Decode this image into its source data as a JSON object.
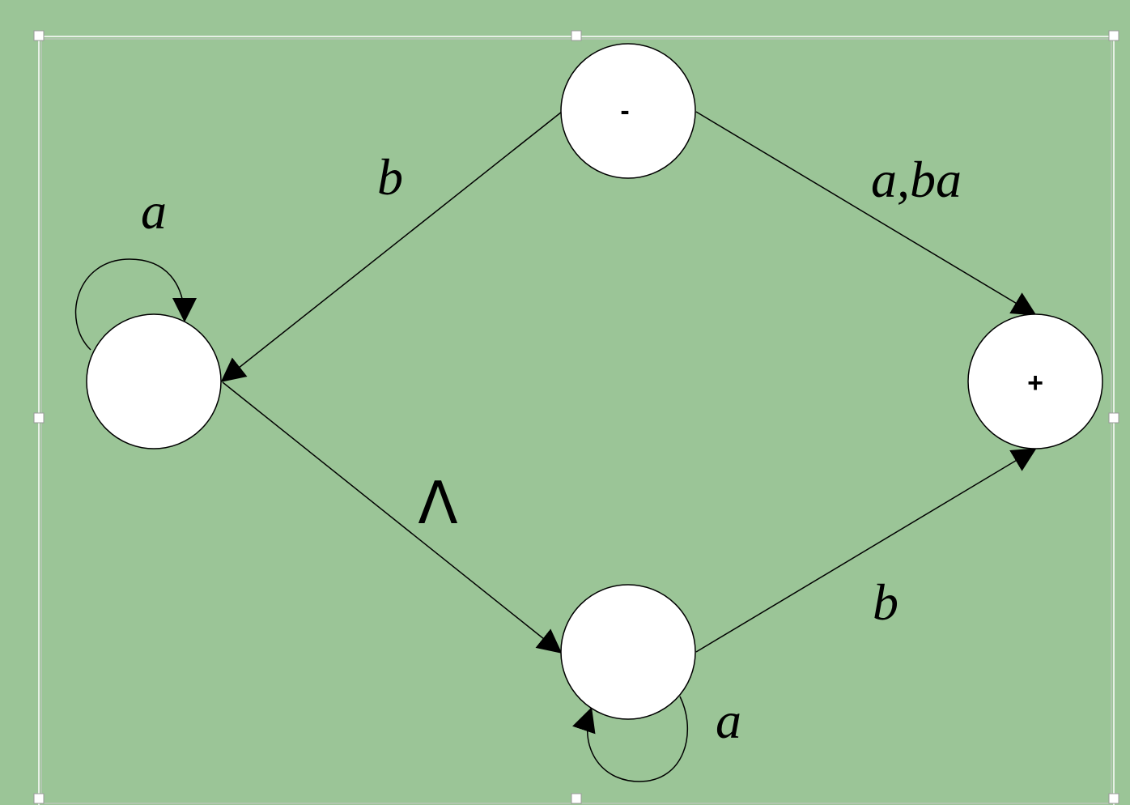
{
  "diagram": {
    "colors": {
      "background": "#9bc597",
      "state_fill": "#ffffff",
      "stroke": "#000000",
      "selection_frame": "#ffffff"
    },
    "states": [
      {
        "id": "start",
        "label": "-"
      },
      {
        "id": "left",
        "label": ""
      },
      {
        "id": "bottom",
        "label": ""
      },
      {
        "id": "final",
        "label": "+"
      }
    ],
    "edges": [
      {
        "from": "start",
        "to": "left",
        "label": "b"
      },
      {
        "from": "start",
        "to": "final",
        "label": "a,ba"
      },
      {
        "from": "left",
        "to": "left",
        "label": "a"
      },
      {
        "from": "left",
        "to": "bottom",
        "label": "Λ"
      },
      {
        "from": "bottom",
        "to": "bottom",
        "label": "a"
      },
      {
        "from": "bottom",
        "to": "final",
        "label": "b"
      }
    ]
  }
}
